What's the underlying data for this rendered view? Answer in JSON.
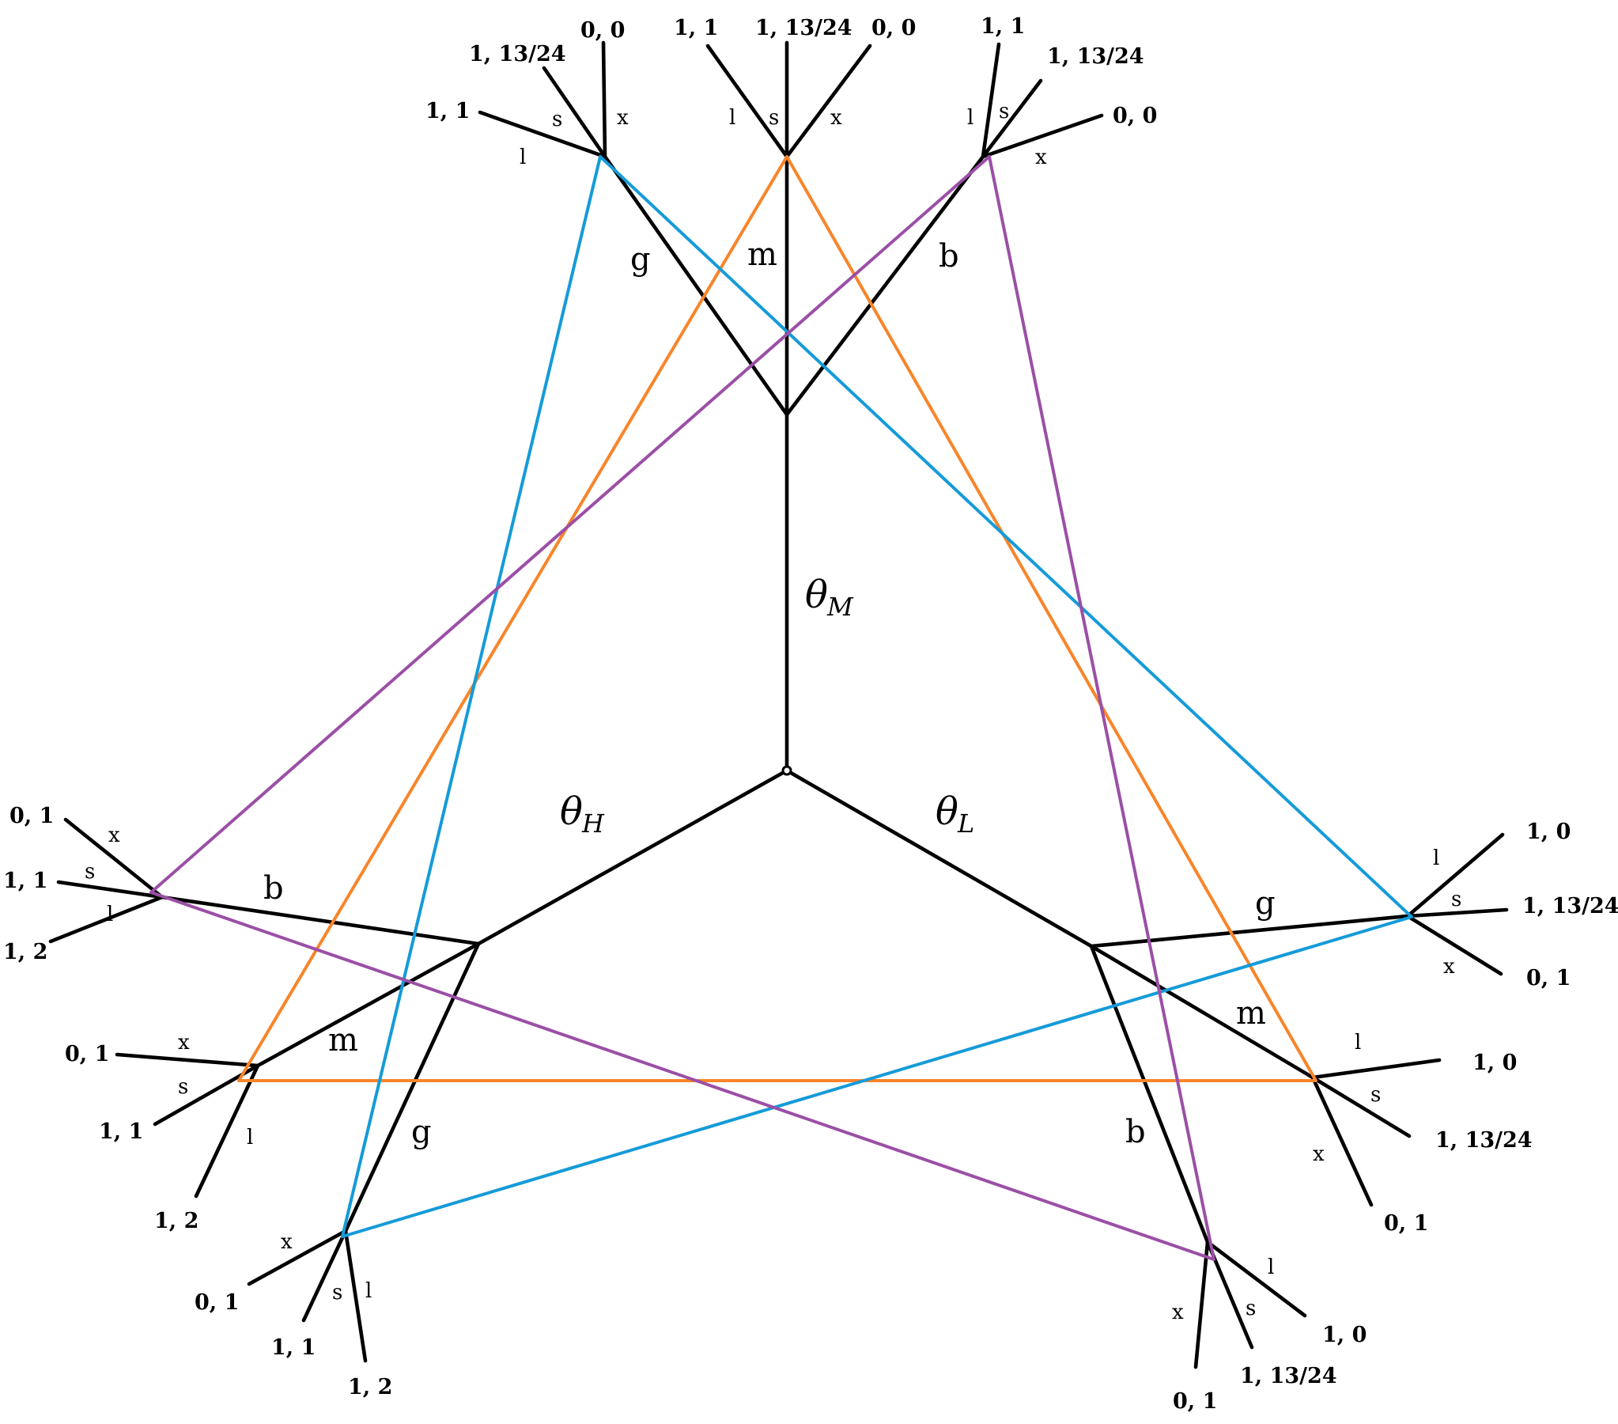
{
  "types": [
    {
      "symbol": "θ",
      "subscript": "M"
    },
    {
      "symbol": "θ",
      "subscript": "H"
    },
    {
      "symbol": "θ",
      "subscript": "L"
    }
  ],
  "messages": [
    "g",
    "m",
    "b",
    "b",
    "m",
    "g",
    "g",
    "m",
    "b"
  ],
  "actions": [
    "l",
    "s",
    "x",
    "l",
    "s",
    "x",
    "l",
    "s",
    "x",
    "x",
    "s",
    "l",
    "x",
    "s",
    "l",
    "x",
    "s",
    "l",
    "l",
    "s",
    "x",
    "l",
    "s",
    "x",
    "l",
    "s",
    "x"
  ],
  "payoffs": [
    "1, 1",
    "1, 13/24",
    "0, 0",
    "1, 1",
    "1, 13/24",
    "0, 0",
    "1, 1",
    "1, 13/24",
    "0, 0",
    "0, 1",
    "1, 1",
    "1, 2",
    "0, 1",
    "1, 1",
    "1, 2",
    "0, 1",
    "1, 1",
    "1, 2",
    "1, 0",
    "1, 13/24",
    "0, 1",
    "1, 0",
    "1, 13/24",
    "0, 1",
    "1, 0",
    "1, 13/24",
    "0, 1"
  ],
  "information_set_colors": {
    "orange": "#f7852a",
    "blue": "#159bd8",
    "purple": "#9b4fa6"
  }
}
